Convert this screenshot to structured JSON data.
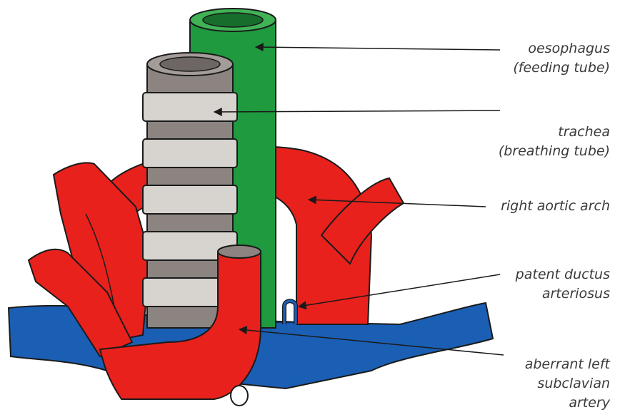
{
  "labels": {
    "oesophagus": {
      "line1": "oesophagus",
      "line2": "(feeding tube)"
    },
    "trachea": {
      "line1": "trachea",
      "line2": "(breathing tube)"
    },
    "aortic_arch": {
      "line1": "right aortic arch"
    },
    "ductus": {
      "line1": "patent ductus",
      "line2": "arteriosus"
    },
    "subclavian": {
      "line1": "aberrant left",
      "line2": "subclavian",
      "line3": "artery"
    }
  },
  "colors": {
    "artery": "#e8211c",
    "vein": "#1a5fb4",
    "oesophagus": "#1f9a3f",
    "trachea_dark": "#8c8480",
    "trachea_light": "#d7d3cf",
    "outline": "#1a1a1a",
    "label_text": "#3a3a3a"
  }
}
